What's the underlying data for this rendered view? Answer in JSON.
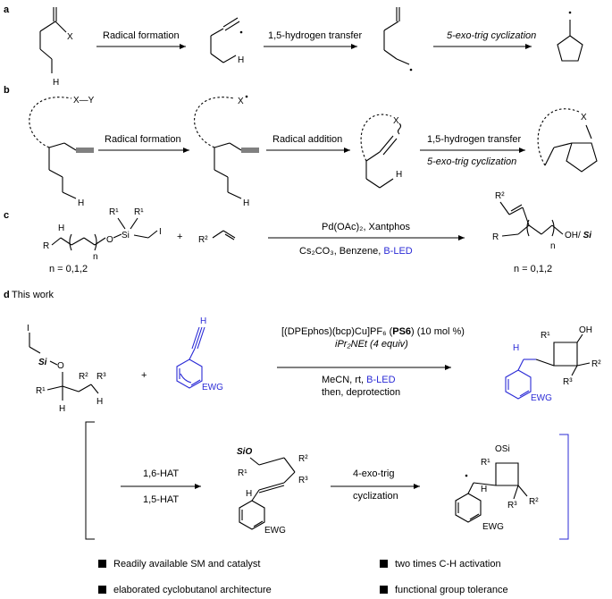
{
  "panels": {
    "a": "a",
    "b": "b",
    "c": "c",
    "d": "d",
    "d_caption": "This work"
  },
  "panel_a": {
    "step1": "Radical formation",
    "step2": "1,5-hydrogen transfer",
    "step3": "5-exo-trig cyclization",
    "atom_x": "X",
    "atom_h1": "H",
    "atom_h2": "H"
  },
  "panel_b": {
    "step1": "Radical formation",
    "step2": "Radical addition",
    "step3a": "1,5-hydrogen transfer",
    "step3b": "5-exo-trig cyclization",
    "xy": "X—Y",
    "x1": "X",
    "x2": "X",
    "x3": "X",
    "h1": "H",
    "h2": "H",
    "h3": "H"
  },
  "panel_c": {
    "reagent_top": "Pd(OAc)₂, Xantphos",
    "reagent_bottom_a": "Cs₂CO₃, Benzene, ",
    "reagent_bottom_b": "B-LED",
    "n_left": "n = 0,1,2",
    "n_right": "n = 0,1,2",
    "plus": "+",
    "r2_alkene": "R²",
    "r2_product": "R²",
    "r_left": "R",
    "r_right": "R",
    "r1a": "R¹",
    "r1b": "R¹",
    "si": "Si",
    "o": "O",
    "i": "I",
    "h": "H",
    "n_sub_left": "n",
    "n_sub_right": "n",
    "oh_si_a": "OH/",
    "oh_si_b": "Si"
  },
  "panel_d": {
    "reagent_line1_a": "[(DPEphos)(bcp)Cu]PF₆ (",
    "reagent_line1_b": "PS6",
    "reagent_line1_c": ") (10 mol %)",
    "reagent_line2": "iPr₂NEt (4 equiv)",
    "reagent_line3_a": "MeCN, rt, ",
    "reagent_line3_b": "B-LED",
    "reagent_line4": "then, deprotection",
    "plus": "+",
    "i": "I",
    "si": "Si",
    "o": "O",
    "r1": "R¹",
    "r2": "R²",
    "r3": "R³",
    "h1": "H",
    "h2": "H",
    "h_alkyne": "H",
    "ewg_sm": "EWG",
    "prod_oh": "OH",
    "prod_r1": "R¹",
    "prod_r2": "R²",
    "prod_r3": "R³",
    "prod_h": "H",
    "prod_ewg": "EWG",
    "mech_step1a": "1,6-HAT",
    "mech_step1b": "1,5-HAT",
    "mech_step2a": "4-exo-trig",
    "mech_step2b": "cyclization",
    "int1_sio": "SiO",
    "int1_r1": "R¹",
    "int1_r2": "R²",
    "int1_r3": "R³",
    "int1_h": "H",
    "int1_ewg": "EWG",
    "int2_osi": "OSi",
    "int2_r1": "R¹",
    "int2_r2": "R²",
    "int2_r3": "R³",
    "int2_h": "H",
    "int2_ewg": "EWG"
  },
  "highlights": [
    "Readily available SM and catalyst",
    "two times C-H activation",
    "elaborated cyclobutanol architecture",
    "functional group tolerance"
  ],
  "colors": {
    "accent": "#2b2bd6",
    "ink": "#000000"
  }
}
